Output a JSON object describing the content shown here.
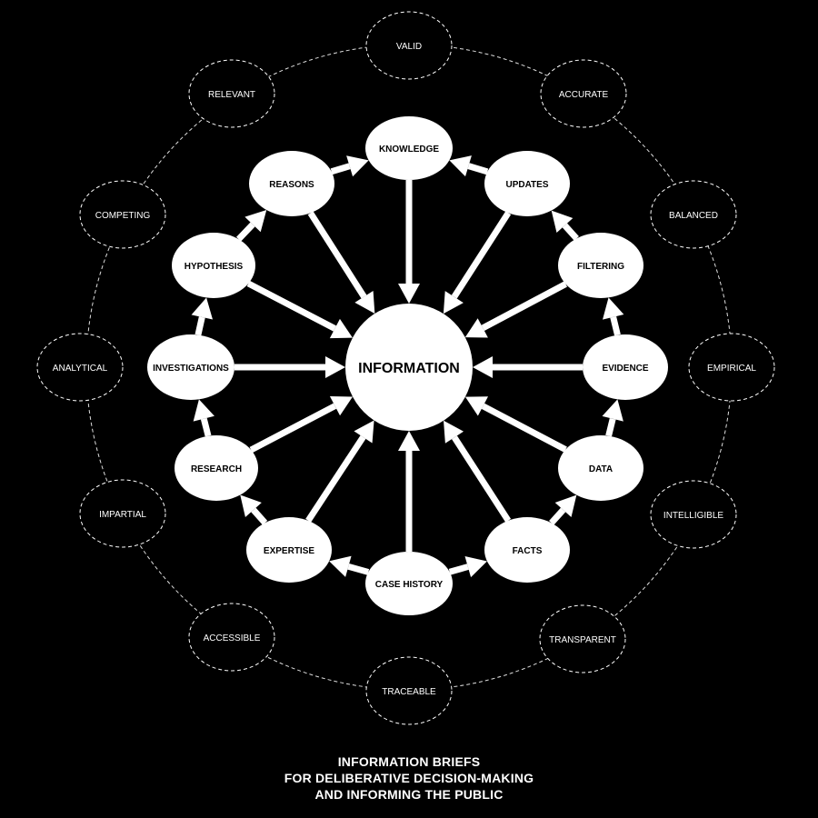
{
  "colors": {
    "background": "#000000",
    "node_fill": "#ffffff",
    "node_text": "#000000",
    "outer_stroke": "#ffffff",
    "outer_text": "#ffffff"
  },
  "center": {
    "id": "information",
    "label": "INFORMATION"
  },
  "inner_nodes": [
    {
      "id": "knowledge",
      "label": "KNOWLEDGE"
    },
    {
      "id": "reasons",
      "label": "REASONS"
    },
    {
      "id": "updates",
      "label": "UPDATES"
    },
    {
      "id": "hypothesis",
      "label": "HYPOTHESIS"
    },
    {
      "id": "filtering",
      "label": "FILTERING"
    },
    {
      "id": "investigations",
      "label": "INVESTIGATIONS"
    },
    {
      "id": "evidence",
      "label": "EVIDENCE"
    },
    {
      "id": "research",
      "label": "RESEARCH"
    },
    {
      "id": "data",
      "label": "DATA"
    },
    {
      "id": "expertise",
      "label": "EXPERTISE"
    },
    {
      "id": "facts",
      "label": "FACTS"
    },
    {
      "id": "case_history",
      "label": "CASE HISTORY"
    }
  ],
  "outer_nodes": [
    {
      "id": "valid",
      "label": "VALID"
    },
    {
      "id": "accurate",
      "label": "ACCURATE"
    },
    {
      "id": "balanced",
      "label": "BALANCED"
    },
    {
      "id": "empirical",
      "label": "EMPIRICAL"
    },
    {
      "id": "intelligible",
      "label": "INTELLIGIBLE"
    },
    {
      "id": "transparent",
      "label": "TRANSPARENT"
    },
    {
      "id": "traceable",
      "label": "TRACEABLE"
    },
    {
      "id": "accessible",
      "label": "ACCESSIBLE"
    },
    {
      "id": "impartial",
      "label": "IMPARTIAL"
    },
    {
      "id": "analytical",
      "label": "ANALYTICAL"
    },
    {
      "id": "competing",
      "label": "COMPETING"
    },
    {
      "id": "relevant",
      "label": "RELEVANT"
    }
  ],
  "edges": [
    [
      "knowledge",
      "information"
    ],
    [
      "reasons",
      "information"
    ],
    [
      "updates",
      "information"
    ],
    [
      "hypothesis",
      "information"
    ],
    [
      "filtering",
      "information"
    ],
    [
      "investigations",
      "information"
    ],
    [
      "evidence",
      "information"
    ],
    [
      "research",
      "information"
    ],
    [
      "data",
      "information"
    ],
    [
      "expertise",
      "information"
    ],
    [
      "facts",
      "information"
    ],
    [
      "case_history",
      "information"
    ],
    [
      "case_history",
      "expertise"
    ],
    [
      "case_history",
      "facts"
    ],
    [
      "expertise",
      "research"
    ],
    [
      "research",
      "investigations"
    ],
    [
      "investigations",
      "hypothesis"
    ],
    [
      "hypothesis",
      "reasons"
    ],
    [
      "reasons",
      "knowledge"
    ],
    [
      "facts",
      "data"
    ],
    [
      "data",
      "evidence"
    ],
    [
      "evidence",
      "filtering"
    ],
    [
      "filtering",
      "updates"
    ],
    [
      "updates",
      "knowledge"
    ]
  ],
  "caption": {
    "line1": "INFORMATION BRIEFS",
    "line2": "FOR DELIBERATIVE DECISION-MAKING",
    "line3": "AND INFORMING THE PUBLIC"
  }
}
